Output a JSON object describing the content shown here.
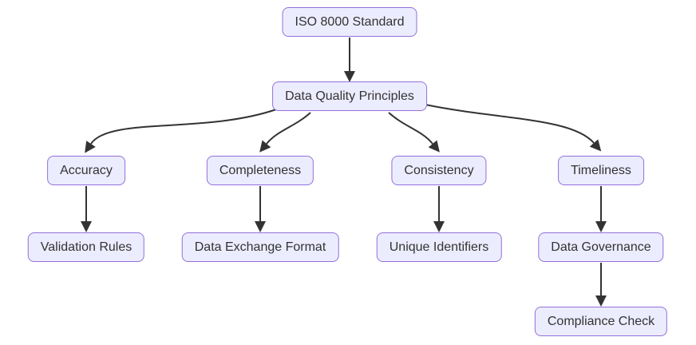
{
  "diagram": {
    "type": "flowchart",
    "direction": "top-down",
    "colors": {
      "background": "#FFFFFF",
      "node_fill": "#ECECFF",
      "node_border": "#9370DB",
      "node_text": "#333333",
      "edge": "#333333"
    },
    "nodes": [
      {
        "id": "iso-8000-standard",
        "label": "ISO 8000 Standard"
      },
      {
        "id": "data-quality-principles",
        "label": "Data Quality Principles"
      },
      {
        "id": "accuracy",
        "label": "Accuracy"
      },
      {
        "id": "completeness",
        "label": "Completeness"
      },
      {
        "id": "consistency",
        "label": "Consistency"
      },
      {
        "id": "timeliness",
        "label": "Timeliness"
      },
      {
        "id": "validation-rules",
        "label": "Validation Rules"
      },
      {
        "id": "data-exchange-format",
        "label": "Data Exchange Format"
      },
      {
        "id": "unique-identifiers",
        "label": "Unique Identifiers"
      },
      {
        "id": "data-governance",
        "label": "Data Governance"
      },
      {
        "id": "compliance-check",
        "label": "Compliance Check"
      }
    ],
    "edges": [
      {
        "from": "iso-8000-standard",
        "to": "data-quality-principles"
      },
      {
        "from": "data-quality-principles",
        "to": "accuracy"
      },
      {
        "from": "data-quality-principles",
        "to": "completeness"
      },
      {
        "from": "data-quality-principles",
        "to": "consistency"
      },
      {
        "from": "data-quality-principles",
        "to": "timeliness"
      },
      {
        "from": "accuracy",
        "to": "validation-rules"
      },
      {
        "from": "completeness",
        "to": "data-exchange-format"
      },
      {
        "from": "consistency",
        "to": "unique-identifiers"
      },
      {
        "from": "timeliness",
        "to": "data-governance"
      },
      {
        "from": "data-governance",
        "to": "compliance-check"
      }
    ]
  }
}
